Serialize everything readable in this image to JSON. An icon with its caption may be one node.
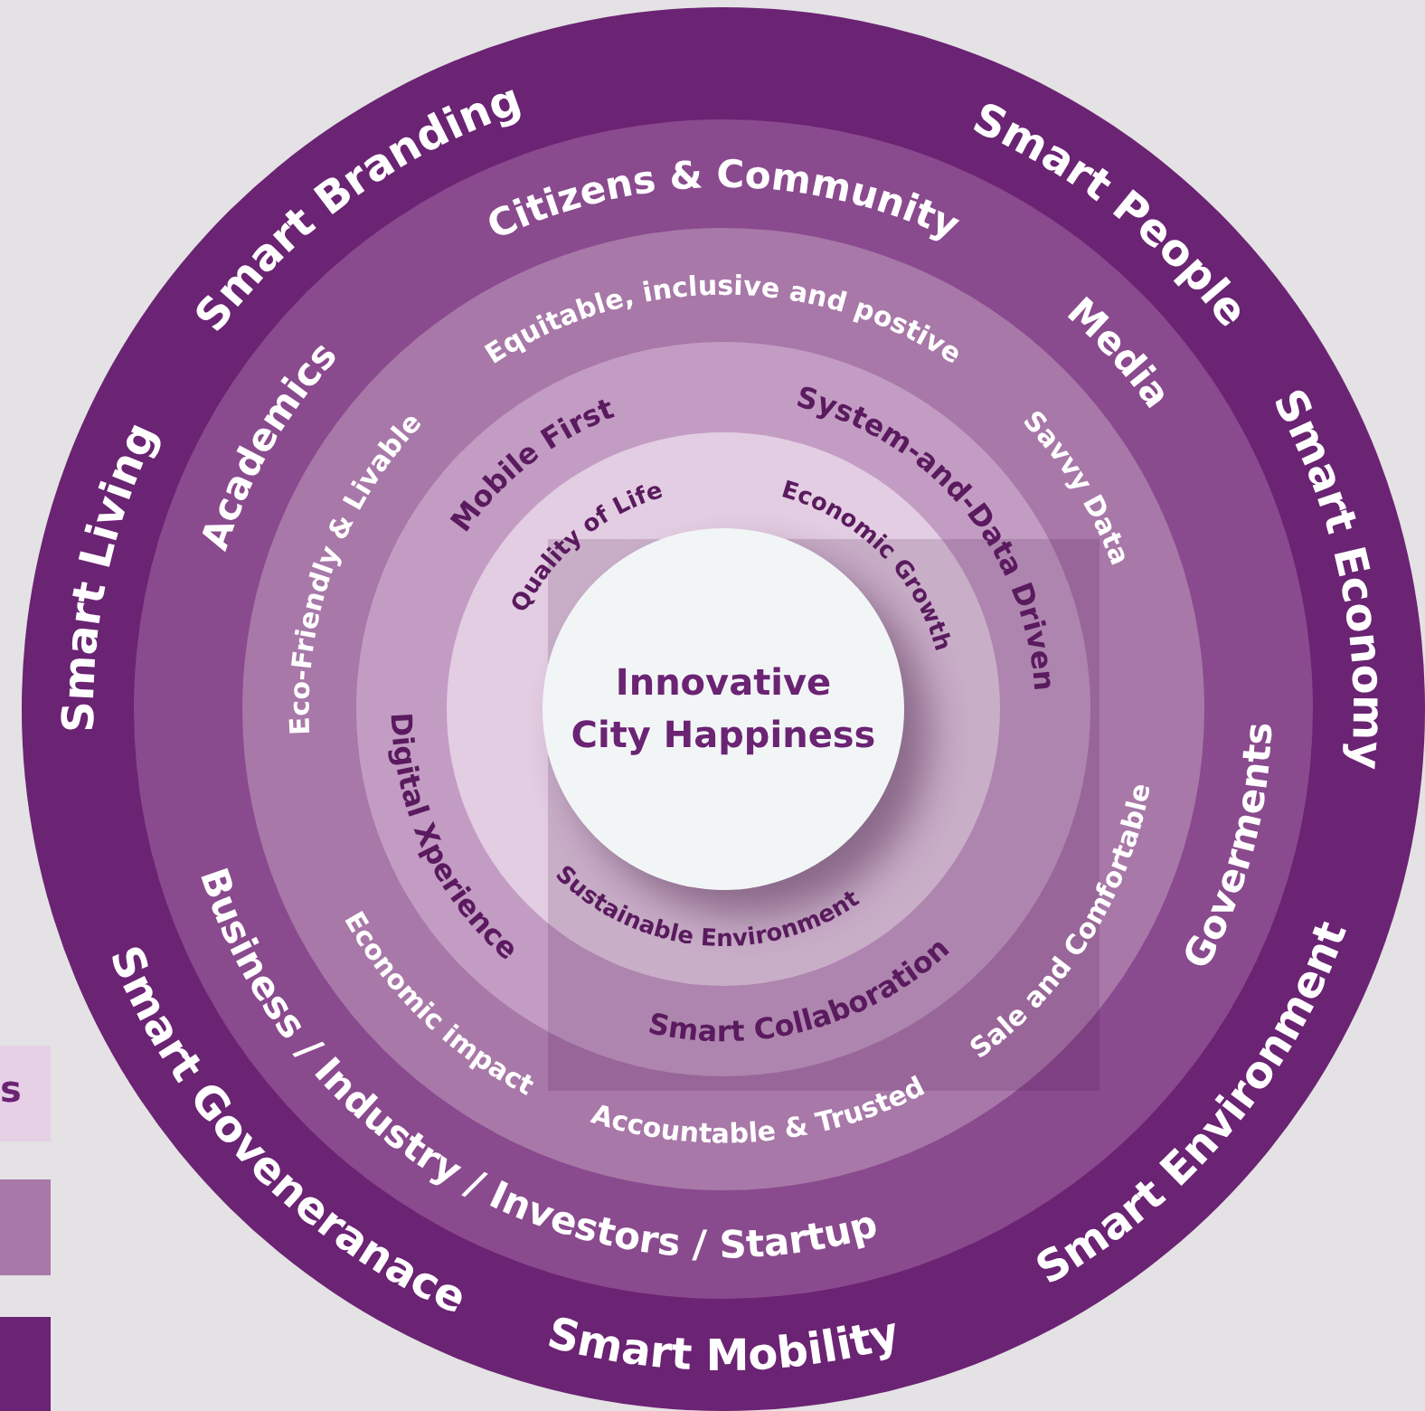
{
  "diagram": {
    "nodes": [
      {
        "text": [
          "Smart Branding"
        ]
      },
      {
        "text": [
          "Smart People"
        ]
      },
      {
        "text": [
          "Citizens & Community"
        ]
      },
      {
        "text": [
          "Equitable, inclusive and postive"
        ]
      },
      {
        "text": [
          "Media"
        ]
      },
      {
        "text": [
          "Academics"
        ]
      },
      {
        "text": [
          "System-and-Data Driven"
        ]
      },
      {
        "text": [
          "Mobile First"
        ]
      },
      {
        "text": [
          "Savvy Data"
        ]
      },
      {
        "text": [
          "Quality of Life"
        ]
      },
      {
        "text": [
          "Economic Growth"
        ]
      },
      {
        "text": [
          "Eco-Friendly & Livable"
        ]
      },
      {
        "text": [
          "Smart Living"
        ]
      },
      {
        "text": [
          "Smart Economy"
        ]
      },
      {
        "text": [
          "Innovative City Happiness"
        ]
      },
      {
        "text": [
          "Digital Xperience"
        ]
      },
      {
        "text": [
          "Sustainable Environment"
        ]
      },
      {
        "text": [
          "Goverments"
        ]
      },
      {
        "text": [
          "Sale and Comfortable"
        ]
      },
      {
        "text": [
          "Smart Collaboration"
        ]
      },
      {
        "text": [
          "Economic impact"
        ]
      },
      {
        "text": [
          "Business / Industry / Investors / Startup"
        ]
      },
      {
        "text": [
          "Accountable & Trusted"
        ]
      },
      {
        "text": [
          "Smart Environment"
        ]
      },
      {
        "text": [
          "Smart Goveneranace"
        ]
      },
      {
        "text": [
          "Smart Mobility"
        ]
      }
    ],
    "labels": [
      "s"
    ]
  }
}
